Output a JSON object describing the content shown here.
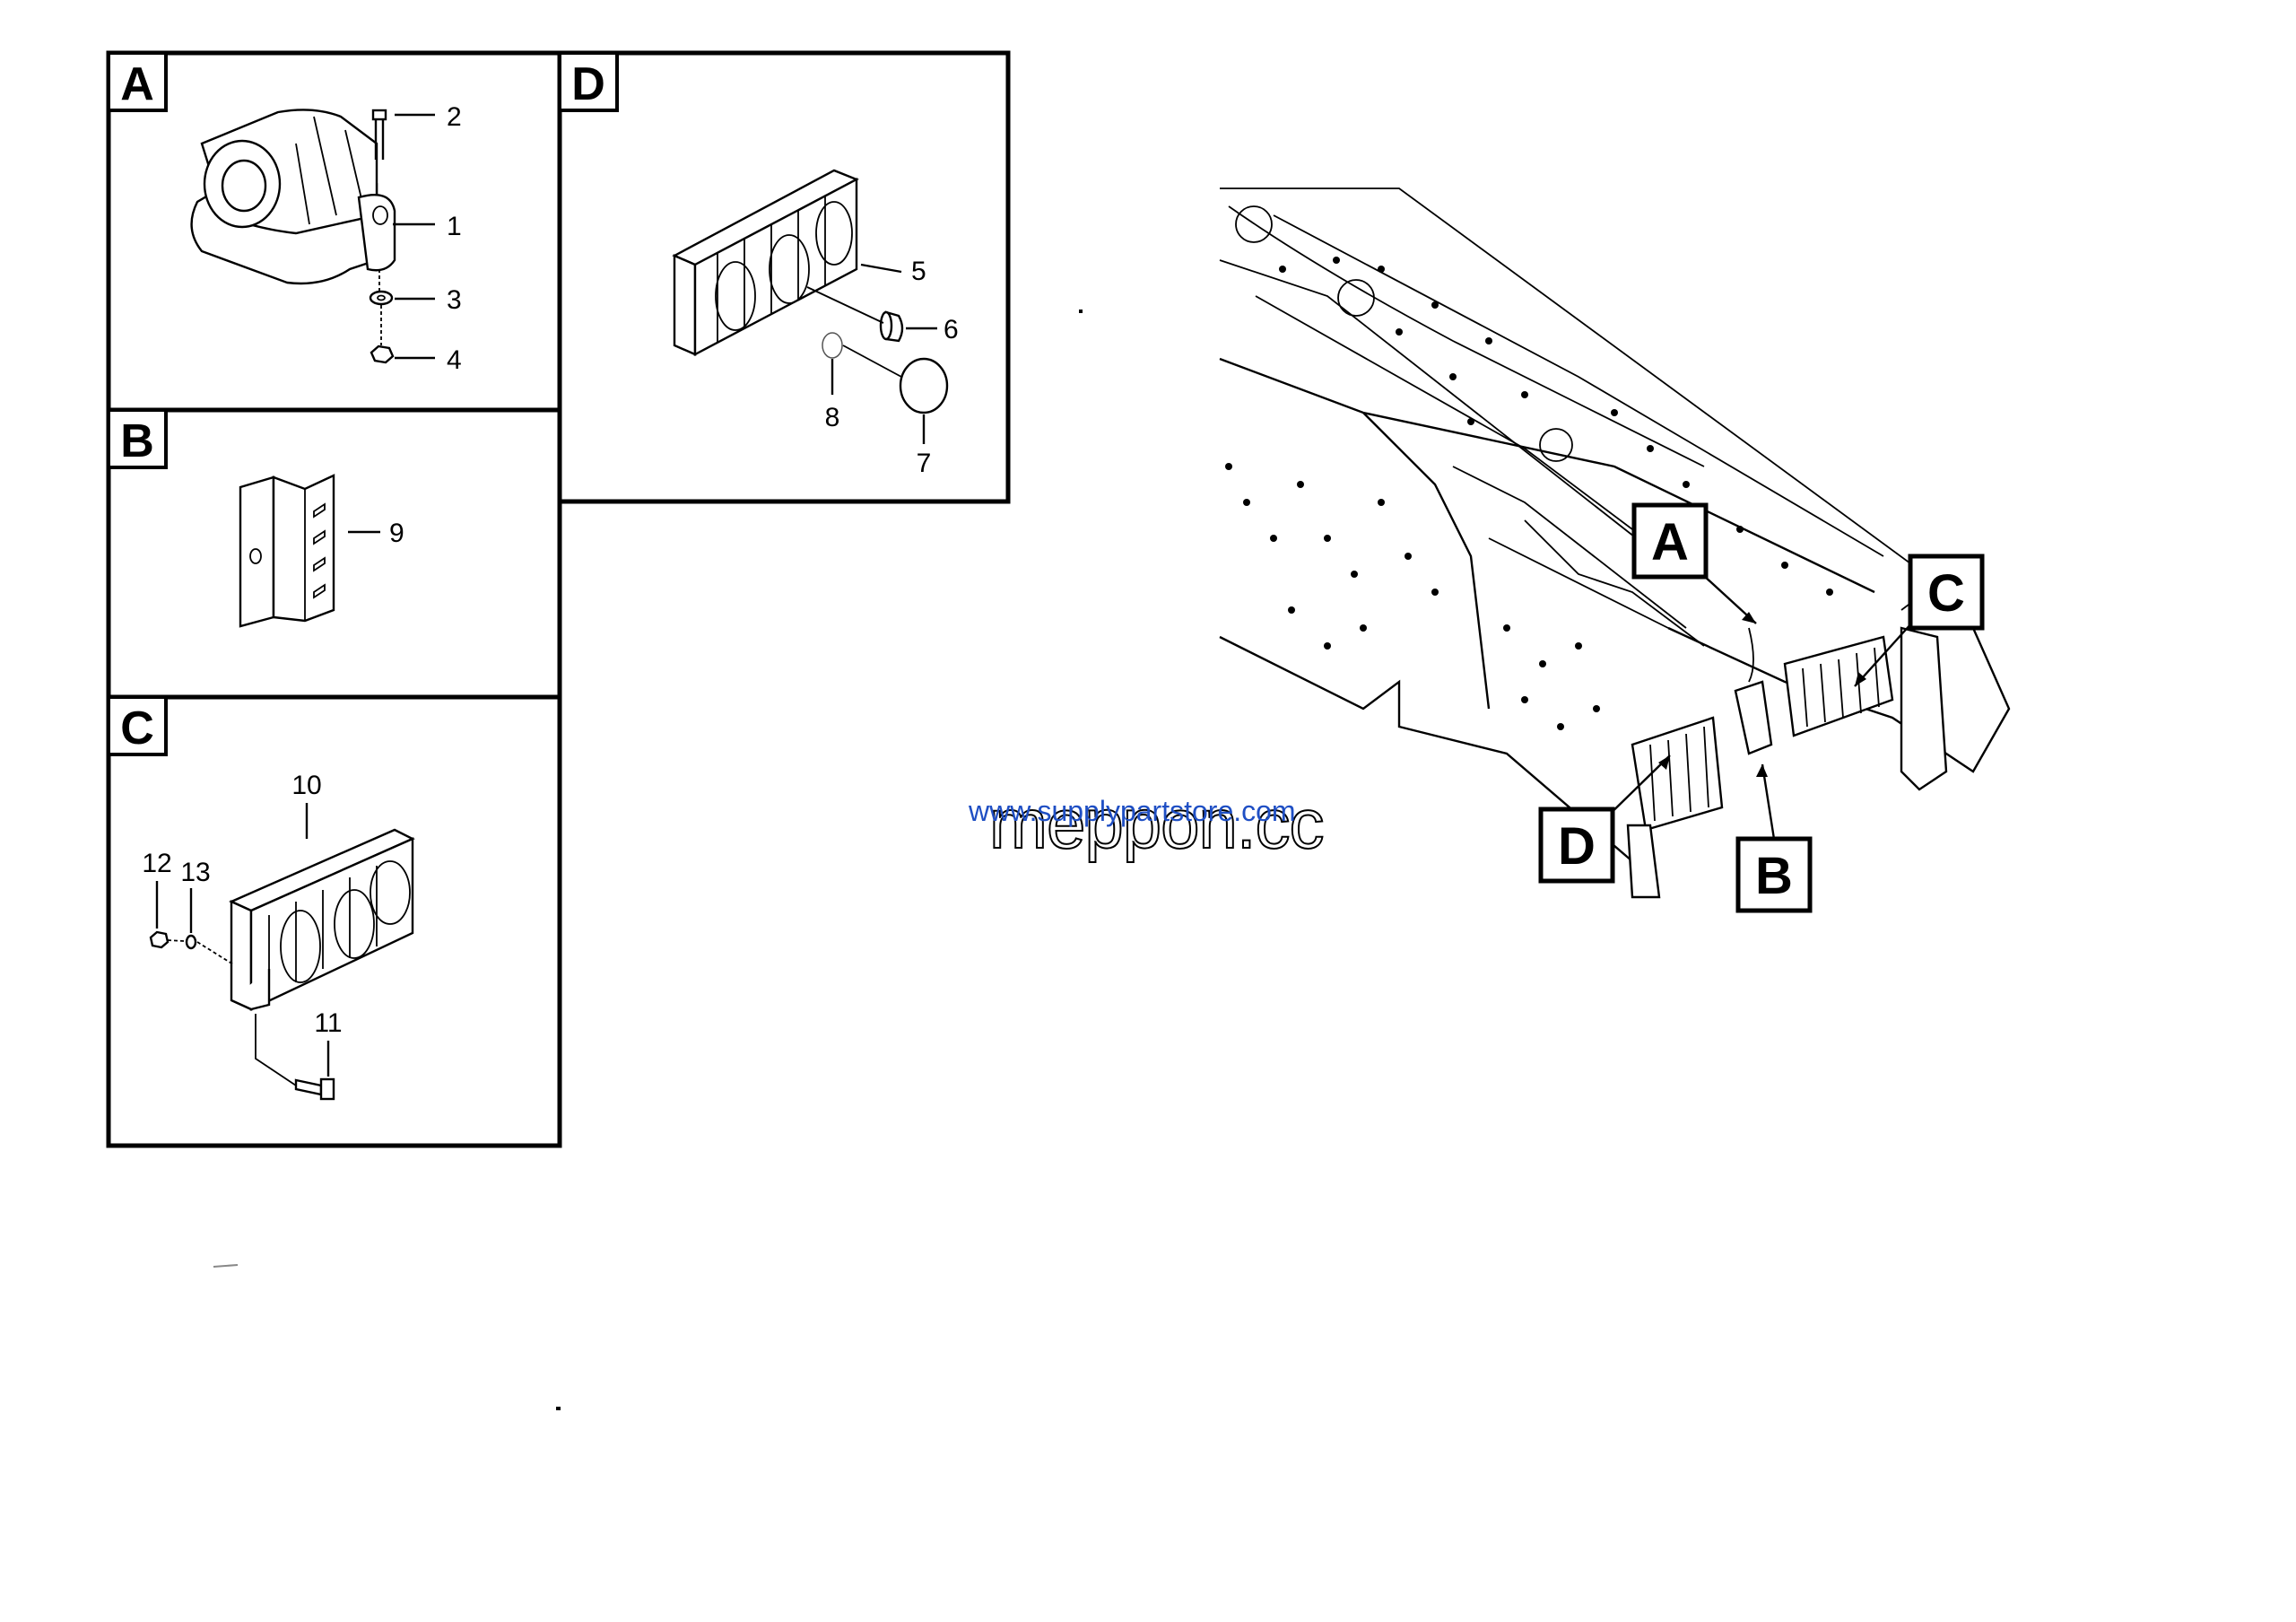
{
  "panels": [
    {
      "letter": "A",
      "items": [
        "2",
        "1",
        "3",
        "4"
      ]
    },
    {
      "letter": "B",
      "items": [
        "9"
      ]
    },
    {
      "letter": "C",
      "items": [
        "10",
        "12",
        "13",
        "11"
      ]
    },
    {
      "letter": "D",
      "items": [
        "5",
        "6",
        "8",
        "7"
      ]
    }
  ],
  "callouts": [
    "A",
    "C",
    "D",
    "B"
  ],
  "watermark": {
    "primary": "meppon.cc",
    "secondary": "www.supplypartstore.com"
  }
}
